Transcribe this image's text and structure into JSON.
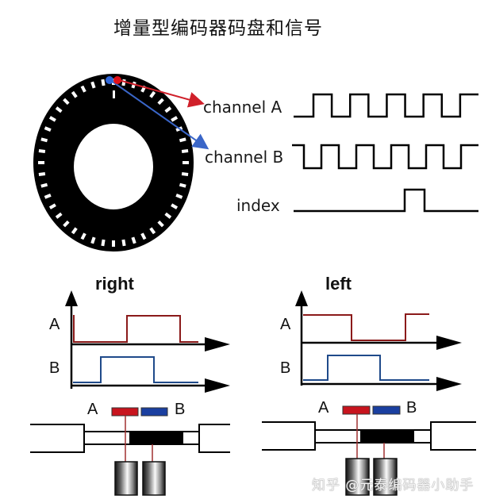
{
  "title": "增量型编码器码盘和信号",
  "disk": {
    "slot_count": 44,
    "sensor_a_color": "#e0101a",
    "sensor_b_color": "#2f66d8"
  },
  "signals": {
    "channel_a": {
      "label": "channel A",
      "pattern": [
        0,
        1,
        0,
        1,
        0,
        1,
        0,
        1,
        0,
        1
      ]
    },
    "channel_b": {
      "label": "channel B",
      "pattern": [
        1,
        0,
        1,
        0,
        1,
        0,
        1,
        0,
        1,
        0,
        1
      ]
    },
    "index": {
      "label": "index",
      "pattern": [
        0,
        0,
        0,
        0,
        0,
        1,
        0
      ]
    }
  },
  "panels": [
    {
      "id": "right",
      "title": "right",
      "label_a": "A",
      "label_b": "B",
      "sensor_label_a": "A",
      "sensor_label_b": "B",
      "trace_a": "high-low-high-low",
      "trace_b": "low-high-low"
    },
    {
      "id": "left",
      "title": "left",
      "label_a": "A",
      "label_b": "B",
      "sensor_label_a": "A",
      "sensor_label_b": "B",
      "trace_a": "high-low-high",
      "trace_b": "low-high-low"
    }
  ],
  "colors": {
    "trace_a": "#8b1a1a",
    "trace_b": "#1f4a8a",
    "sensor_a": "#c8141e",
    "sensor_b": "#1a3fa0"
  },
  "watermark": "知乎 @元泰编码器小助手"
}
